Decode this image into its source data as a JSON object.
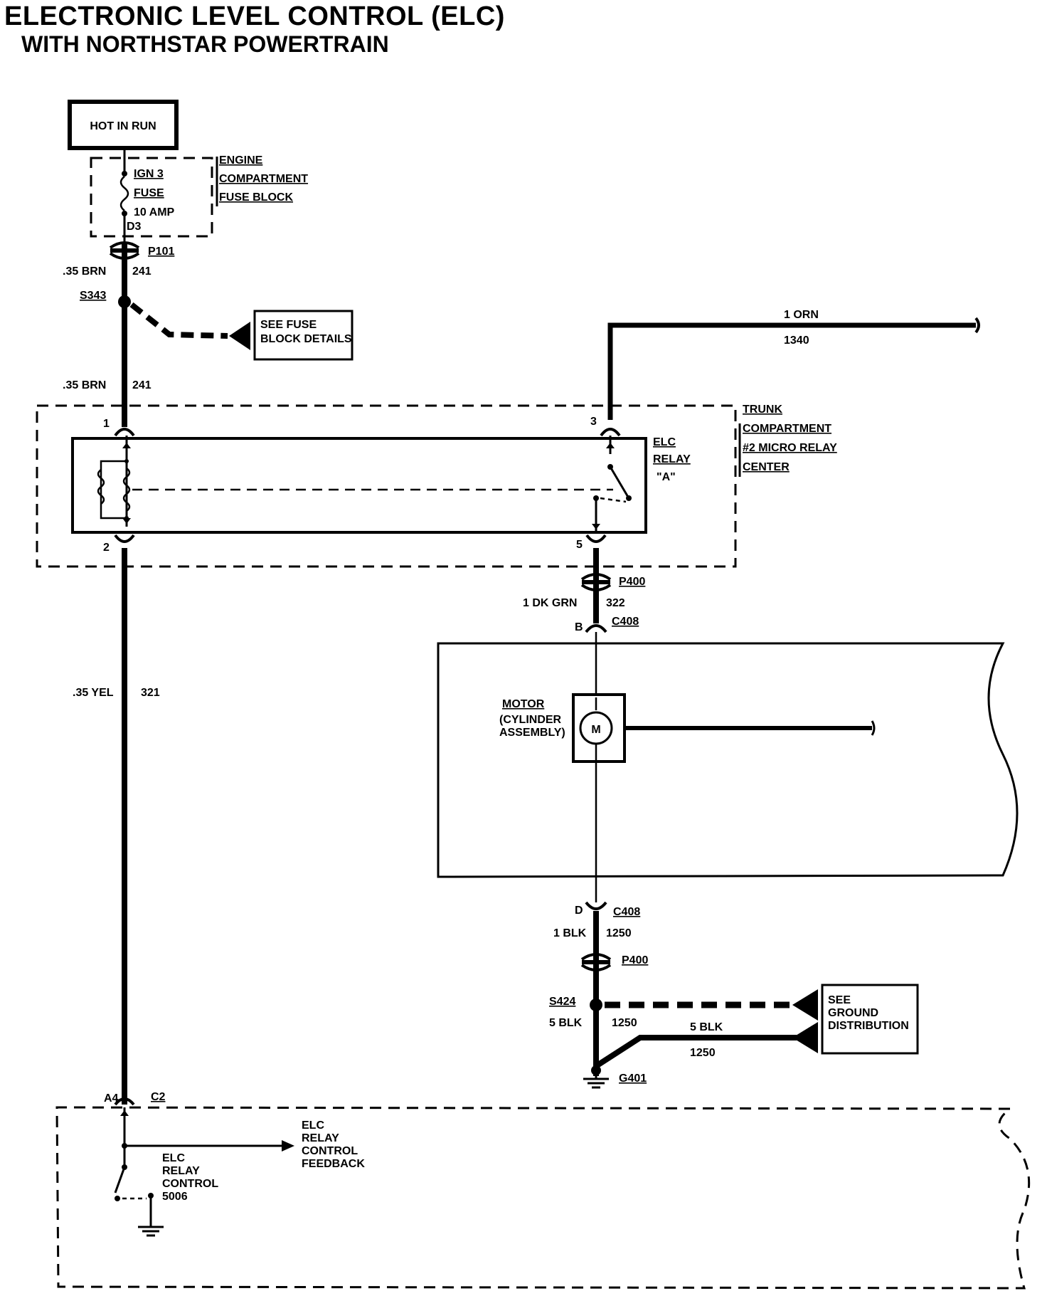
{
  "title": {
    "line1": "ELECTRONIC LEVEL CONTROL (ELC)",
    "line2": "WITH NORTHSTAR POWERTRAIN"
  },
  "power_source": "HOT IN RUN",
  "fuse_block": {
    "fuse_lines": [
      "IGN 3",
      "FUSE",
      "10 AMP"
    ],
    "terminal": "D3",
    "name_lines": [
      "ENGINE",
      "COMPARTMENT",
      "FUSE BLOCK"
    ]
  },
  "connectors": {
    "p101": "P101",
    "p400_top": "P400",
    "c408_top": "C408",
    "c408_top_pin": "B",
    "c408_bottom": "C408",
    "c408_bottom_pin": "D",
    "p400_bottom": "P400",
    "c2": "C2",
    "c2_pin": "A4"
  },
  "splices": {
    "s343": "S343",
    "s424": "S424"
  },
  "grounds": {
    "g401": "G401"
  },
  "wires": {
    "brn_a_label": ".35 BRN",
    "brn_a_circuit": "241",
    "brn_b_label": ".35 BRN",
    "brn_b_circuit": "241",
    "orn_label": "1 ORN",
    "orn_circuit": "1340",
    "dkgrn_label": "1 DK GRN",
    "dkgrn_circuit": "322",
    "yel_label": ".35 YEL",
    "yel_circuit": "321",
    "blk1_label": "1 BLK",
    "blk1_circuit": "1250",
    "blk5a_label": "5 BLK",
    "blk5a_circuit": "1250",
    "blk5b_label": "5 BLK",
    "blk5b_circuit": "1250"
  },
  "references": {
    "fuse_details": [
      "SEE FUSE",
      "BLOCK DETAILS"
    ],
    "ground_distribution": [
      "SEE",
      "GROUND",
      "DISTRIBUTION"
    ]
  },
  "relay": {
    "name_lines": [
      "ELC",
      "RELAY",
      "\"A\""
    ],
    "pins": [
      "1",
      "2",
      "3",
      "5"
    ],
    "location_lines": [
      "TRUNK",
      "COMPARTMENT",
      "#2 MICRO RELAY",
      "CENTER"
    ]
  },
  "motor": {
    "symbol": "M",
    "label_lines": [
      "MOTOR",
      "(CYLINDER",
      "ASSEMBLY)"
    ]
  },
  "module": {
    "control_lines": [
      "ELC",
      "RELAY",
      "CONTROL",
      "5006"
    ],
    "feedback_lines": [
      "ELC",
      "RELAY",
      "CONTROL",
      "FEEDBACK"
    ]
  }
}
